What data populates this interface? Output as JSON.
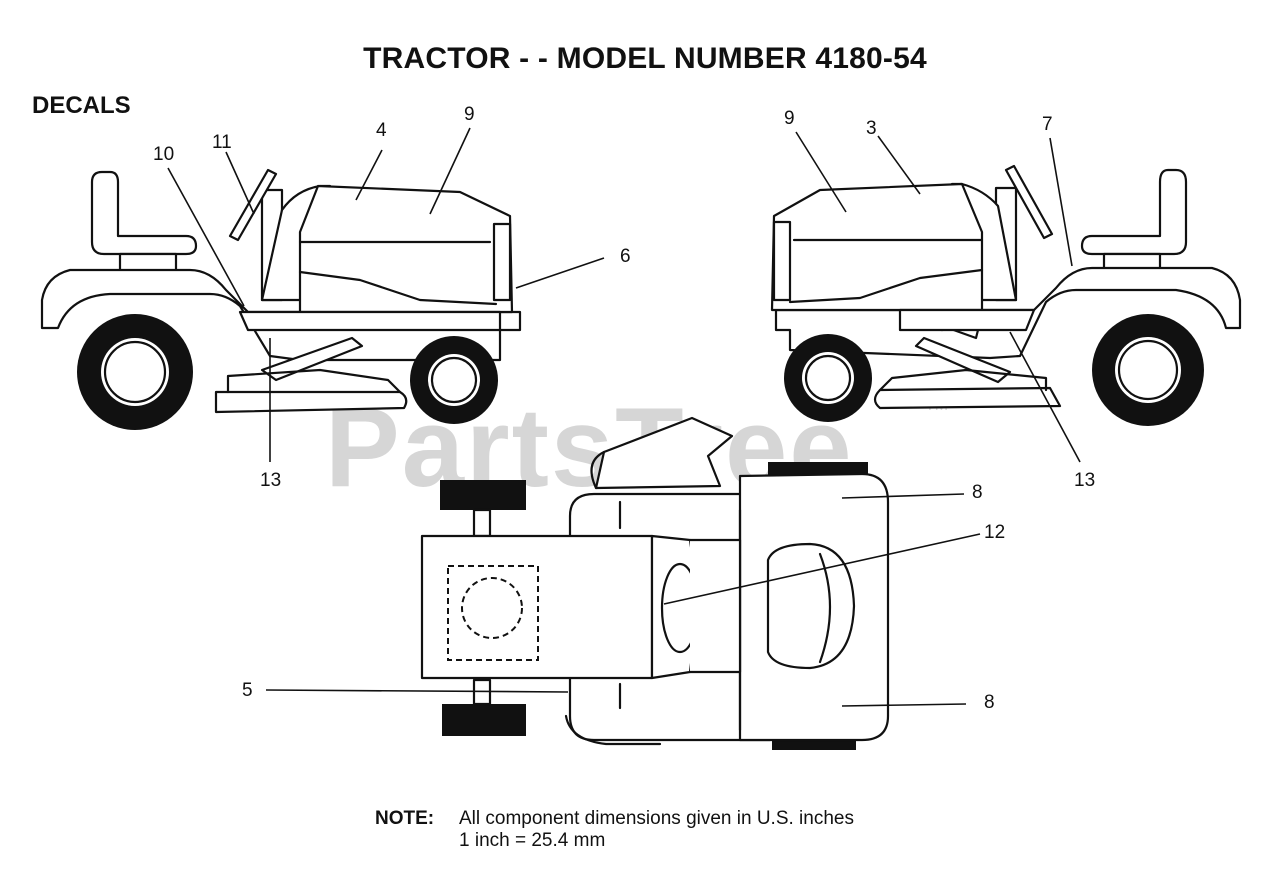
{
  "title": "TRACTOR - - MODEL NUMBER 4180-54",
  "section": "DECALS",
  "watermark": "PartsTree",
  "watermark_mark": "TM",
  "callouts": {
    "left_4": "4",
    "left_9": "9",
    "left_10": "10",
    "left_11": "11",
    "left_6": "6",
    "left_13": "13",
    "right_9": "9",
    "right_3": "3",
    "right_7": "7",
    "right_13": "13",
    "top_8a": "8",
    "top_12": "12",
    "top_5": "5",
    "top_8b": "8"
  },
  "note": {
    "label": "NOTE:",
    "line1": "All component dimensions given in U.S. inches",
    "line2": "1 inch = 25.4 mm"
  }
}
